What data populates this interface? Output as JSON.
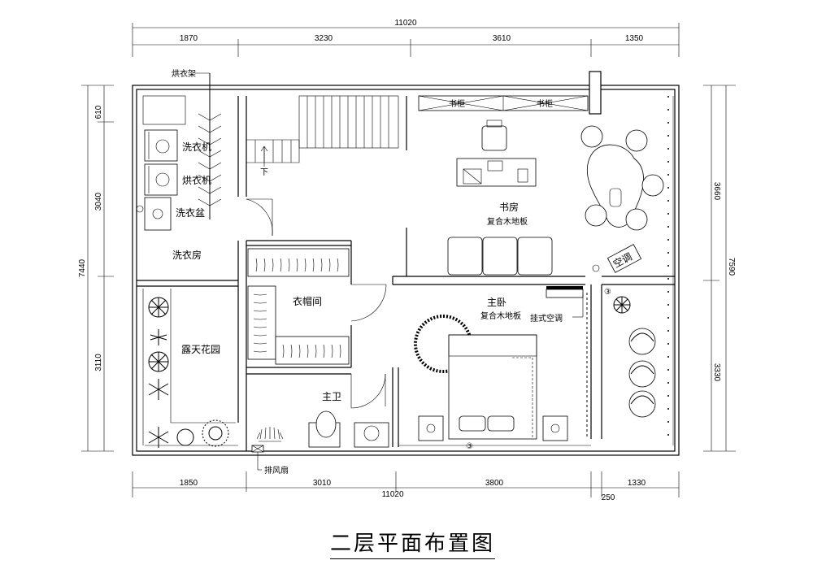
{
  "title": "二层平面布置图",
  "dimensions": {
    "top_total": "11020",
    "top_segments": [
      "1870",
      "3230",
      "3610",
      "1350"
    ],
    "bottom_total": "11020",
    "bottom_segments": [
      "1850",
      "3010",
      "3800",
      "1330"
    ],
    "bottom_extra": "250",
    "left_total": "7440",
    "left_segments": [
      "610",
      "3040",
      "3110"
    ],
    "right_top": "3660",
    "right_total": "7590",
    "right_bottom": "3330"
  },
  "rooms": {
    "laundry": "洗衣房",
    "study": "书房",
    "study_floor": "复合木地板",
    "master_bedroom": "主卧",
    "bedroom_floor": "复合木地板",
    "cloakroom": "衣帽间",
    "garden": "露天花园",
    "master_bath": "主卫"
  },
  "labels": {
    "drying_rack": "烘衣架",
    "washer": "洗衣机",
    "dryer": "烘衣机",
    "sink": "洗衣盆",
    "bookcase_1": "书柜",
    "bookcase_2": "书柜",
    "stair_down": "下",
    "ac": "空调",
    "wall_ac": "挂式空调",
    "exhaust_fan": "排风扇",
    "marker": "③"
  }
}
